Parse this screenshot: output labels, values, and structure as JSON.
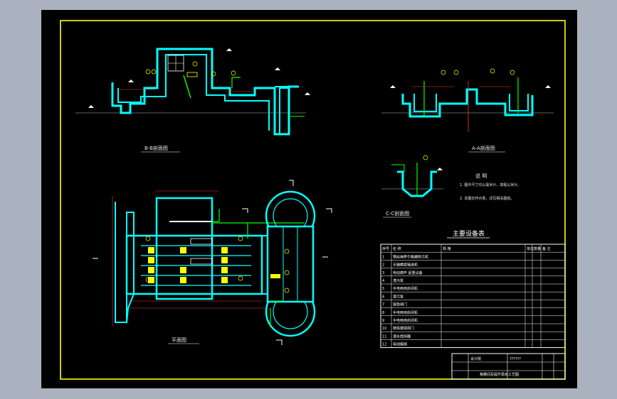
{
  "views": {
    "section_bb": "B-B剖面图",
    "section_aa": "A-A剖面图",
    "section_cc": "C-C剖面图",
    "plan": "平面图"
  },
  "notes": {
    "title": "说 明",
    "line1": "1. 图中尺寸均以毫米计，高程以米计。",
    "line2": "2. 本图仅作示意，详见相关图纸。"
  },
  "equipment_table": {
    "title": "主要设备表",
    "headers": [
      "序号",
      "名 称",
      "规 格",
      "单位",
      "数量",
      "备 注"
    ],
    "rows": [
      [
        "1",
        "钢丝绳牵引格栅除污机",
        "",
        "",
        "",
        ""
      ],
      [
        "2",
        "无轴螺旋输送机",
        "",
        "",
        "",
        ""
      ],
      [
        "3",
        "电动葫芦 起重设备",
        "",
        "",
        "",
        ""
      ],
      [
        "4",
        "潜污泵",
        "",
        "",
        "",
        ""
      ],
      [
        "5",
        "手电两用启闭机",
        "",
        "",
        "",
        ""
      ],
      [
        "6",
        "潜污泵",
        "",
        "",
        "",
        ""
      ],
      [
        "7",
        "铸铁闸门",
        "",
        "",
        "",
        ""
      ],
      [
        "8",
        "手电两用启闭机",
        "",
        "",
        "",
        ""
      ],
      [
        "9",
        "手电两用启闭机",
        "",
        "",
        "",
        ""
      ],
      [
        "10",
        "铸铁镶铜闸门",
        "",
        "",
        "",
        ""
      ],
      [
        "11",
        "潜水搅拌器",
        "",
        "",
        "",
        ""
      ],
      [
        "12",
        "电动蝶阀",
        "",
        "",
        "",
        ""
      ]
    ]
  },
  "title_block": {
    "company": "设计院",
    "project": "格栅间及提升泵房工艺图",
    "drawing_no": "??????"
  }
}
